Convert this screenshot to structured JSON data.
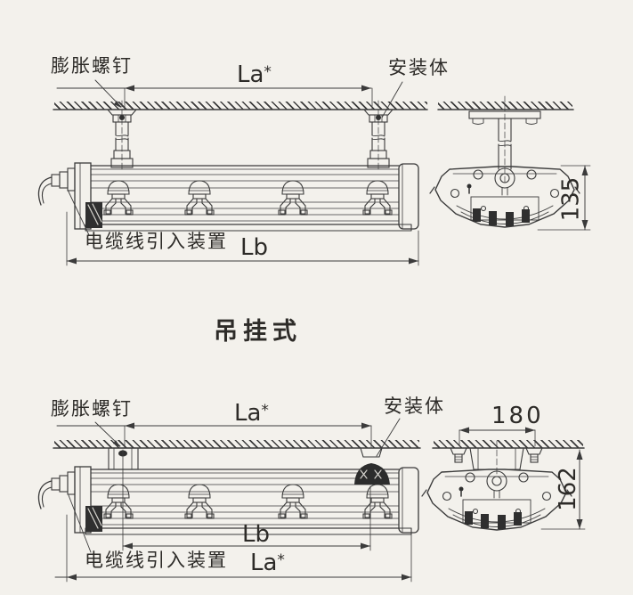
{
  "page": {
    "background_color": "#f3f1ec",
    "ink_color": "#3b3b3b",
    "description": "Installation drawing of an explosion-proof fluorescent lamp, suspended type (top) and ceiling type (bottom)"
  },
  "suspended_view": {
    "caption": "吊挂式",
    "labels": {
      "expansion_bolt": "膨胀螺钉",
      "mounting_body": "安装体",
      "cable_entry_device": "电缆线引入装置"
    },
    "dimensions": {
      "la": "La",
      "la_sup": "*",
      "lb": "Lb",
      "height": "135"
    }
  },
  "ceiling_view": {
    "labels": {
      "expansion_bolt": "膨胀螺钉",
      "mounting_body": "安装体",
      "cable_entry_device": "电缆线引入装置"
    },
    "dimensions": {
      "la_top": "La",
      "la_top_sup": "*",
      "width": "180",
      "lb": "Lb",
      "la_bottom": "La",
      "la_bottom_sup": "*",
      "height": "162"
    }
  }
}
